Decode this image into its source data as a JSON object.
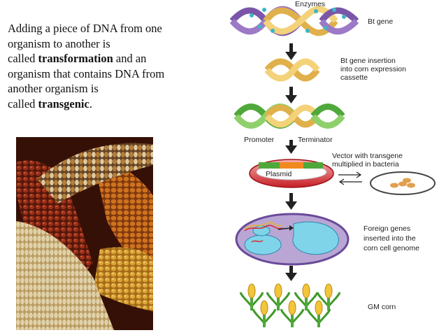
{
  "intro": {
    "line1": "Adding a piece of DNA from one",
    "line2": "organism to another is",
    "line3_prefix": "called ",
    "line3_bold": "transformation",
    "line3_suffix": " and an",
    "line4": "organism that contains DNA from",
    "line5": "another organism is",
    "line6_prefix": "called ",
    "line6_bold": "transgenic",
    "line6_suffix": "."
  },
  "photo": {
    "subject": "corn-cobs-photo"
  },
  "diagram": {
    "enzymes": "Enzymes",
    "bt_gene": "Bt gene",
    "insertion_line1": "Bt gene insertion",
    "insertion_line2": "into corn expression",
    "insertion_line3": "cassette",
    "promoter": "Promoter",
    "terminator": "Terminator",
    "plasmid": "Plasmid",
    "vector_line1": "Vector with transgene",
    "vector_line2": "multiplied in bacteria",
    "foreign_line1": "Foreign genes",
    "foreign_line2": "inserted into the",
    "foreign_line3": "corn cell genome",
    "gm_corn": "GM corn",
    "colors": {
      "purple": "#7b56a8",
      "gold": "#e0b04a",
      "green": "#4fa83a",
      "red": "#d9252b",
      "orange": "#f08a1e",
      "blue": "#6fcbe0"
    }
  }
}
